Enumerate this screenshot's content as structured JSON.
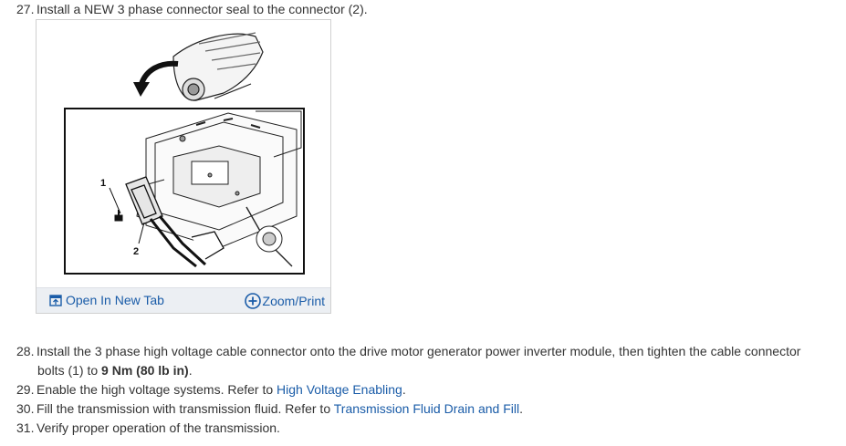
{
  "steps": [
    {
      "num": "27.",
      "text": "Install a NEW 3 phase connector seal to the connector (2)."
    },
    {
      "num": "28.",
      "text": "Install the 3 phase high voltage cable connector onto the drive motor generator power inverter module, then tighten the cable connector",
      "cont_pre": "bolts (1) to ",
      "cont_bold": "9 Nm (80 lb in)",
      "cont_post": "."
    },
    {
      "num": "29.",
      "text": "Enable the high voltage systems. Refer to ",
      "link": "High Voltage Enabling",
      "post": "."
    },
    {
      "num": "30.",
      "text": "Fill the transmission with transmission fluid. Refer to ",
      "link": "Transmission Fluid Drain and Fill",
      "post": "."
    },
    {
      "num": "31.",
      "text": "Verify proper operation of the transmission."
    }
  ],
  "figure": {
    "callout_1": "1",
    "callout_2": "2",
    "open_tab_label": "Open In New Tab",
    "zoom_label": "Zoom/Print"
  },
  "colors": {
    "link": "#1a5ca8",
    "text": "#333333",
    "footer_bg": "#eceff3"
  },
  "icons": {
    "open_tab": "open-in-new-tab-icon",
    "zoom": "zoom-plus-icon"
  }
}
